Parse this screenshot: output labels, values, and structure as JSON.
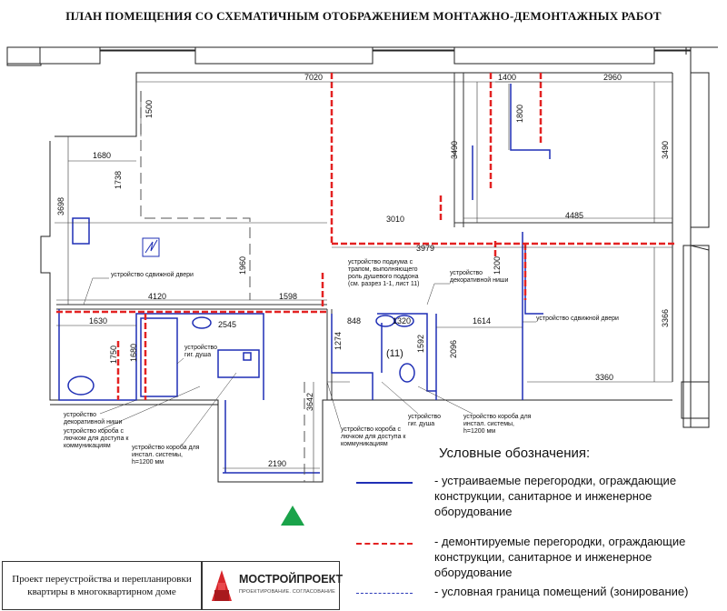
{
  "title": "ПЛАН ПОМЕЩЕНИЯ СО СХЕМАТИЧНЫМ ОТОБРАЖЕНИЕМ МОНТАЖНО-ДЕМОНТАЖНЫХ РАБОТ",
  "dimensions": {
    "d7020": "7020",
    "d1400": "1400",
    "d2960": "2960",
    "d1500": "1500",
    "d1800": "1800",
    "d3490a": "3490",
    "d3490b": "3490",
    "d1680a": "1680",
    "d1738": "1738",
    "d3698": "3698",
    "d3010": "3010",
    "d4485": "4485",
    "d3979": "3979",
    "d1960": "1960",
    "d1200": "1200",
    "d4120": "4120",
    "d1598": "1598",
    "d1630": "1630",
    "d2545": "2545",
    "d848": "848",
    "d1320": "1320",
    "d1614": "1614",
    "d3366": "3366",
    "d1750": "1750",
    "d1680b": "1680",
    "d1274": "1274",
    "d1592": "1592",
    "d2096": "2096",
    "d3360": "3360",
    "d3642": "3642",
    "d2190": "2190",
    "d11": "(11)"
  },
  "notes": {
    "sliding_door_1": "устройство сдвижной двери",
    "podium_1": "устройство подиума с",
    "podium_2": "трапом, выполняющего",
    "podium_3": "роль душевого поддона",
    "podium_4": "(см. разрез 1-1, лист 11)",
    "niche_right_1": "устройство",
    "niche_right_2": "декоративной ниши",
    "sliding_door_2": "устройство сдвижной двери",
    "shower_left_1": "устройство",
    "shower_left_2": "гиг. душа",
    "niche_left_1": "устройство",
    "niche_left_2": "декоративной ниши",
    "box_left_1": "устройство короба с",
    "box_left_2": "лючком для доступа к",
    "box_left_3": "коммуникациям",
    "box_install_1": "устройство короба для",
    "box_install_2": "инстал. системы,",
    "box_install_3": "h=1200 мм",
    "box_mid_1": "устройство короба с",
    "box_mid_2": "лючком для доступа к",
    "box_mid_3": "коммуникациям",
    "shower_right_1": "устройство",
    "shower_right_2": "гиг. душа",
    "box_right_1": "устройство короба для",
    "box_right_2": "инстал. системы,",
    "box_right_3": "h=1200 мм"
  },
  "legend": {
    "title": "Условные обозначения:",
    "items": [
      {
        "text": "-  устраиваемые перегородки, ограждающие конструкции, санитарное и инженерное оборудование",
        "color": "#1f2fb5",
        "style": "solid"
      },
      {
        "text": "-  демонтируемые перегородки, ограждающие конструкции, санитарное и инженерное оборудование",
        "color": "#e32222",
        "style": "dashed"
      },
      {
        "text": "-  условная граница помещений (зонирование)",
        "color": "#2a3ab8",
        "style": "long-dash"
      }
    ]
  },
  "footer": {
    "project": "Проект переустройства и перепланировки квартиры в многоквартирном доме",
    "brand_name": "МОСТРОЙПРОЕКТ",
    "brand_sub": "ПРОЕКТИРОВАНИЕ. СОГЛАСОВАНИЕ"
  },
  "colors": {
    "new": "#1f2fb5",
    "demolish": "#e32222",
    "zoning": "#2a3ab8",
    "wall": "#222222",
    "brand": "#d7262b",
    "north": "#1aa34a"
  }
}
